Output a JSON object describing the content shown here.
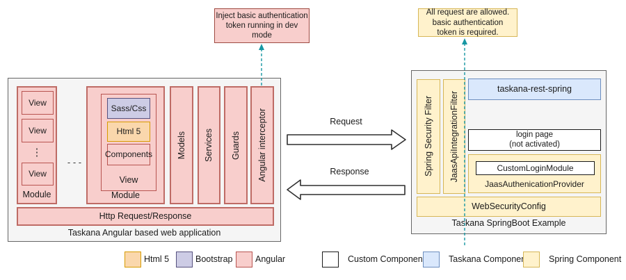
{
  "colors": {
    "dash_teal": "#1797A3",
    "angular_fill": "#F8CECC",
    "angular_stroke": "#B85450",
    "container_fill": "#F5F5F5",
    "container_stroke": "#666666"
  },
  "callout_left": {
    "lines": [
      "Inject basic authentication",
      "token running in dev",
      "mode"
    ]
  },
  "callout_right": {
    "lines": [
      "All request are allowed.",
      "basic authentication",
      "token is required."
    ]
  },
  "left_app": {
    "title": "Taskana Angular based web application",
    "module1": {
      "label": "Module",
      "views": [
        "View",
        "View",
        "View"
      ],
      "ellipsis": "⋮"
    },
    "separator": "- - -",
    "module2": {
      "label": "Module",
      "view": {
        "label": "View",
        "sass": "Sass/Css",
        "html5": "Html 5",
        "components": "Components"
      }
    },
    "bars": [
      "Models",
      "Services",
      "Guards",
      "Angular interceptor"
    ],
    "http_bar": "Http Request/Response"
  },
  "flow": {
    "request": "Request",
    "response": "Response"
  },
  "right_app": {
    "title": "Taskana SpringBoot Example",
    "filters": [
      "Spring Security Filter",
      "JaasApiIntegrationFilter"
    ],
    "taskana_rest": "taskana-rest-spring",
    "login_page": [
      "login page",
      "(not activated)"
    ],
    "provider": {
      "label": "JaasAuthenicationProvider",
      "custom_login": "CustomLoginModule"
    },
    "web_security_config": "WebSecurityConfig"
  },
  "legend": [
    {
      "label": "Html 5",
      "fill": "#FAD7AC",
      "stroke": "#D79B00"
    },
    {
      "label": "Bootstrap",
      "fill": "#CDCCE5",
      "stroke": "#56517E"
    },
    {
      "label": "Angular",
      "fill": "#F8CECC",
      "stroke": "#B85450"
    },
    {
      "label": "Custom Component",
      "fill": "#FFFFFF",
      "stroke": "#1A1A1A"
    },
    {
      "label": "Taskana Component",
      "fill": "#DAE8FC",
      "stroke": "#6C8EBF"
    },
    {
      "label": "Spring Component",
      "fill": "#FFF2CC",
      "stroke": "#D6B656"
    }
  ]
}
